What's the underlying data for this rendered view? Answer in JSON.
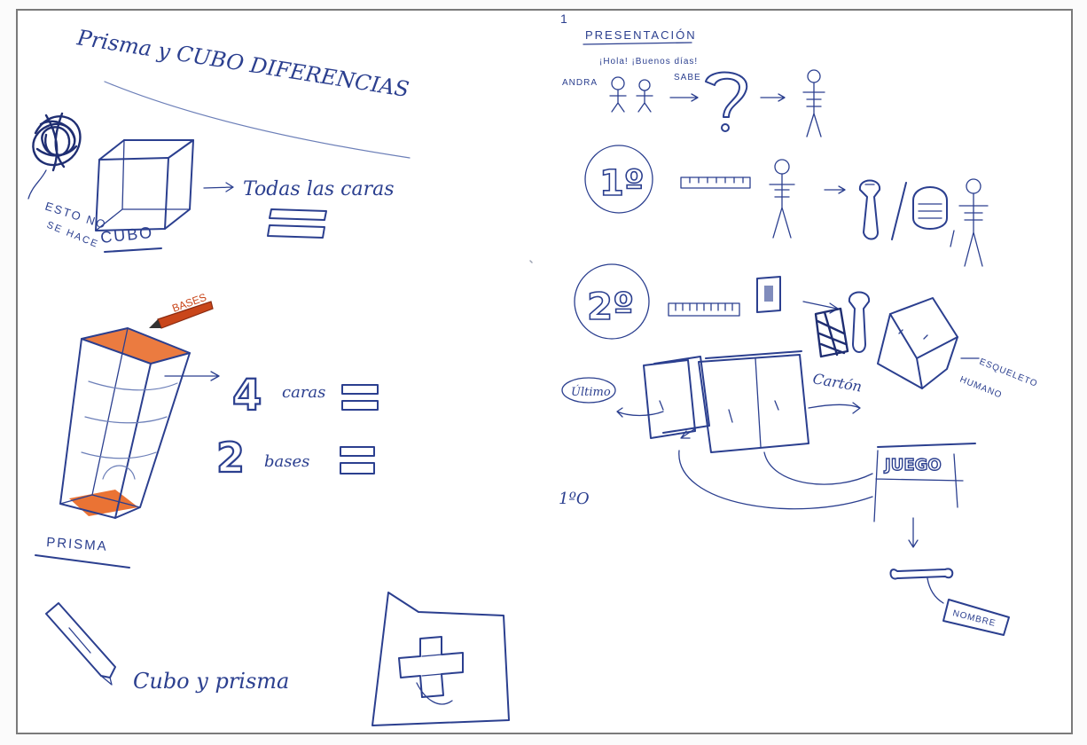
{
  "left": {
    "title": "Prisma y CUBO DIFERENCIAS",
    "cube_note_1": "ESTO NO",
    "cube_note_2": "SE HACE",
    "cube_label": "CUBO",
    "cube_caption": "Todas las caras",
    "pencil_label": "BASES",
    "faces_number": "4",
    "faces_word": "caras",
    "bases_number": "2",
    "bases_word": "bases",
    "prisma_label": "PRISMA",
    "bottom_caption": "Cubo y prisma"
  },
  "right": {
    "page_mark": "1",
    "title": "PRESENTACIÓN",
    "greeting": "¡Hola! ¡Buenos días!",
    "name_label": "ANDRA",
    "sabe_label": "SABE",
    "step1": "1º",
    "step2": "2º",
    "last_label": "Último",
    "carton_label": "Cartón",
    "skeleton_label_1": "ESQUELETO",
    "skeleton_label_2": "HUMANO",
    "game_label": "JUEGO",
    "loose_note": "1ºO",
    "tag_label": "NOMBRE"
  },
  "colors": {
    "ink": "#2b3f8f",
    "orange": "#e8641e",
    "orange_dark": "#c9461a",
    "frame": "#7a7a7a"
  }
}
